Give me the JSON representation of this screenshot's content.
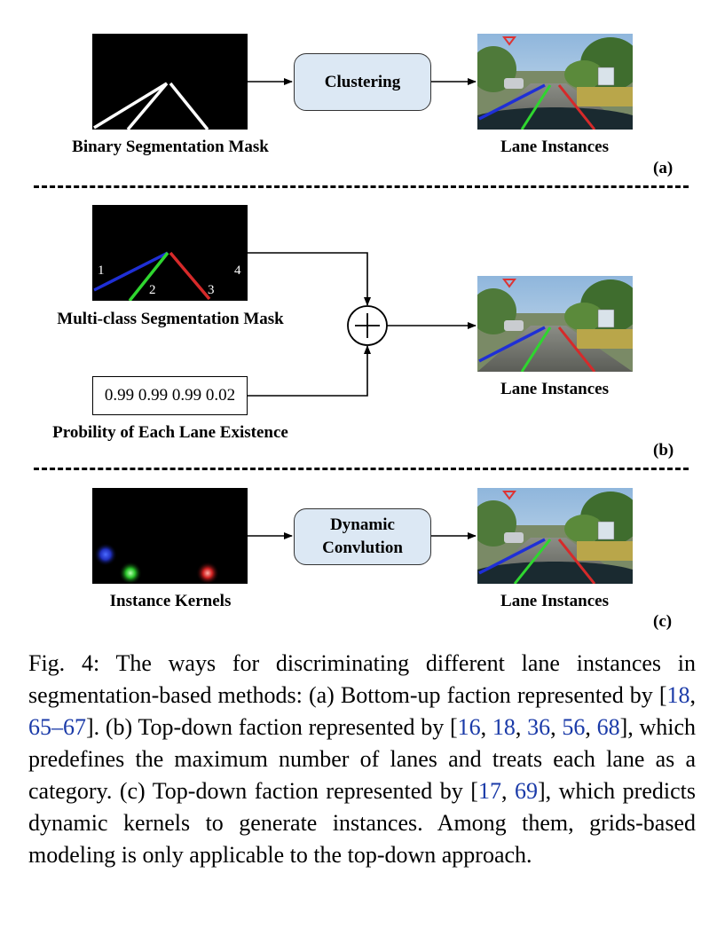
{
  "panel_a": {
    "input_label": "Binary Segmentation Mask",
    "process_label": "Clustering",
    "output_label": "Lane Instances",
    "tag": "(a)"
  },
  "panel_b": {
    "input_label": "Multi-class Segmentation Mask",
    "lane_numbers": [
      "1",
      "2",
      "3",
      "4"
    ],
    "probabilities": "0.99 0.99 0.99 0.02",
    "prob_label": "Probility of Each Lane Existence",
    "output_label": "Lane Instances",
    "tag": "(b)"
  },
  "panel_c": {
    "input_label": "Instance Kernels",
    "process_line1": "Dynamic",
    "process_line2": "Convlution",
    "output_label": "Lane Instances",
    "tag": "(c)"
  },
  "colors": {
    "lane_blue": "#1f2fd6",
    "lane_green": "#2fd62f",
    "lane_red": "#d62a2a",
    "box_fill": "#dce8f4",
    "ref_link": "#1a3aa8"
  },
  "caption": {
    "prefix": "Fig. 4: The ways for discriminating different lane instances in segmentation-based methods: (a) Bottom-up faction represented by [",
    "refs_a": [
      "18",
      "65–67"
    ],
    "mid1": "]. (b) Top-down faction represented by [",
    "refs_b": [
      "16",
      "18",
      "36",
      "56",
      "68"
    ],
    "mid2": "], which predefines the maximum number of lanes and treats each lane as a category. (c) Top-down faction represented by [",
    "refs_c": [
      "17",
      "69"
    ],
    "suffix": "], which predicts dynamic kernels to generate instances. Among them, grids-based modeling is only applicable to the top-down approach."
  }
}
